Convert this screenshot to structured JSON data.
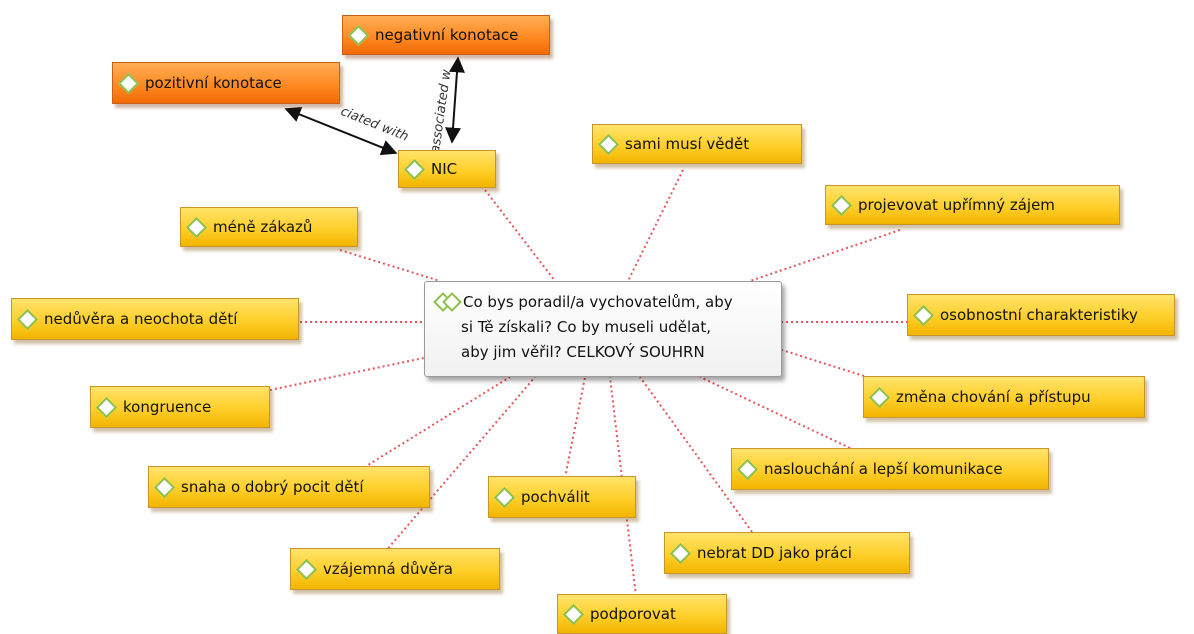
{
  "center": {
    "line1": "Co bys poradil/a vychovatelům, aby",
    "line2": "si Tě získali? Co by museli udělat,",
    "line3": "aby jim věřil?  CELKOVÝ SOUHRN"
  },
  "nodes": {
    "negativni": "negativní konotace",
    "pozitivni": "pozitivní konotace",
    "nic": "NIC",
    "sami": "sami musí vědět",
    "projevovat": "projevovat upřímný zájem",
    "mene": "méně zákazů",
    "nedurova": "nedůvěra a neochota dětí",
    "osobnostni": "osobnostní charakteristiky",
    "kongruence": "kongruence",
    "zmena": "změna chování a přístupu",
    "naslouchani": "naslouchání a lepší komunikace",
    "snaha": "snaha o dobrý pocit dětí",
    "pochvalit": "pochválit",
    "nebrat": "nebrat DD jako práci",
    "vzajemna": "vzájemná důvěra",
    "podporovat": "podporovat"
  },
  "relations": {
    "label_left": "ciated with",
    "label_right": "associated w"
  },
  "colors": {
    "code_fill": "#ffcf2a",
    "orange_fill": "#ff8a23",
    "link": "#e8535a",
    "diamond": "#8cc048"
  }
}
